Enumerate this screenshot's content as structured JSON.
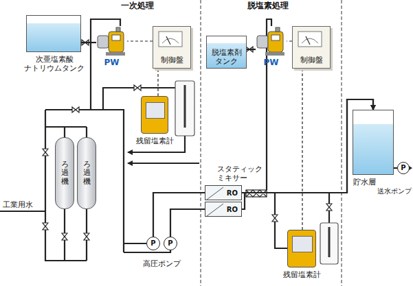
{
  "diagram": {
    "nodes": [
      {
        "text": [
          "次亜塩素酸 ナトリウムタンク"
        ]
      },
      {
        "text": [
          "PW"
        ]
      },
      {
        "text": [
          "制御盤"
        ]
      },
      {
        "text": [
          "残留塩素計"
        ]
      },
      {
        "text": [
          "ろ過機"
        ]
      },
      {
        "text": [
          "ろ過機"
        ]
      },
      {
        "text": [
          "P"
        ]
      },
      {
        "text": [
          "P"
        ]
      },
      {
        "text": [
          "脱塩素剤 タンク"
        ]
      },
      {
        "text": [
          "PW"
        ]
      },
      {
        "text": [
          "制御盤"
        ]
      },
      {
        "text": [
          "RO"
        ]
      },
      {
        "text": [
          "RO"
        ]
      },
      {
        "text": [
          "残留塩素計"
        ]
      },
      {
        "text": [
          "貯水層"
        ]
      },
      {
        "text": [
          "P"
        ]
      }
    ],
    "edges": [
      {
        "from": 0,
        "to": 1,
        "arrow": "none"
      },
      {
        "from": 2,
        "to": 1,
        "arrow": "none"
      },
      {
        "from": 3,
        "to": 2,
        "arrow": "none"
      },
      {
        "from": 6,
        "to": 11,
        "arrow": "none"
      },
      {
        "from": 7,
        "to": 12,
        "arrow": "none"
      },
      {
        "from": 8,
        "to": 9,
        "arrow": "none"
      },
      {
        "from": 10,
        "to": 9,
        "arrow": "none"
      },
      {
        "from": 13,
        "to": 10,
        "arrow": "none"
      },
      {
        "from": 11,
        "to": 14,
        "arrow": "to"
      },
      {
        "from": 12,
        "to": 14,
        "arrow": "to"
      },
      {
        "from": 14,
        "to": 15,
        "arrow": "none"
      }
    ],
    "labels": [
      "一次処理",
      "脱塩素処理",
      "工業用水",
      "スタティックミキサー",
      "高圧ポンプ",
      "送水ポンプ"
    ]
  }
}
